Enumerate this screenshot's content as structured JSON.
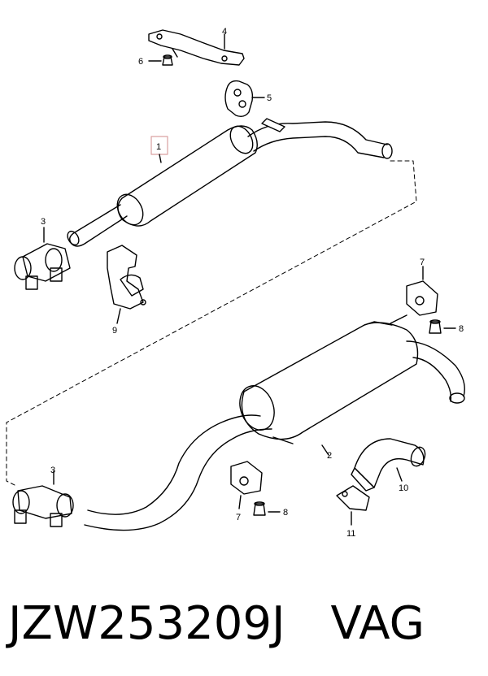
{
  "diagram": {
    "callouts": {
      "c1": "1",
      "c2": "2",
      "c3a": "3",
      "c3b": "3",
      "c4": "4",
      "c5": "5",
      "c6": "6",
      "c7a": "7",
      "c7b": "7",
      "c8a": "8",
      "c8b": "8",
      "c9": "9",
      "c10": "10",
      "c11": "11"
    }
  },
  "caption": {
    "part_number": "JZW253209J",
    "brand": "VAG"
  },
  "colors": {
    "line": "#000000",
    "highlight_box": "#d9a0a0"
  }
}
